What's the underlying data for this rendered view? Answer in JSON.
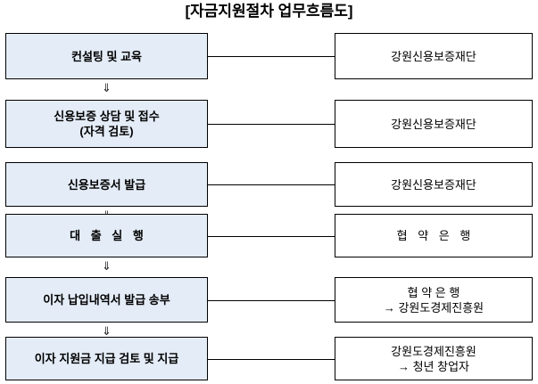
{
  "title": "[자금지원절차 업무흐름도]",
  "diagram": {
    "type": "flowchart",
    "orientation": "vertical",
    "colors": {
      "left_box_fill": "#e4ecf7",
      "right_box_fill": "#ffffff",
      "border": "#000000",
      "text": "#000000"
    },
    "arrow_glyph": "⇓",
    "rows": [
      {
        "step": "컨설팅 및 교육",
        "actor": "강원신용보증재단",
        "step_spaced": false,
        "actor_spaced": false,
        "arrow_after": true
      },
      {
        "step": "신용보증 상담 및 접수\n(자격 검토)",
        "actor": "강원신용보증재단",
        "step_spaced": false,
        "actor_spaced": false,
        "arrow_after": false
      },
      {
        "step": "신용보증서 발급",
        "actor": "강원신용보증재단",
        "step_spaced": false,
        "actor_spaced": false,
        "arrow_after": true
      },
      {
        "step": "대 출 실 행",
        "actor": "협 약 은 행",
        "step_spaced": true,
        "actor_spaced": true,
        "arrow_after": true
      },
      {
        "step": "이자 납입내역서 발급 송부",
        "actor": "협 약 은 행\n→ 강원도경제진흥원",
        "step_spaced": false,
        "actor_spaced": false,
        "arrow_after": true
      },
      {
        "step": "이자 지원금 지급 검토 및 지급",
        "actor": "강원도경제진흥원\n→ 청년 창업자",
        "step_spaced": false,
        "actor_spaced": false,
        "arrow_after": false
      }
    ]
  }
}
